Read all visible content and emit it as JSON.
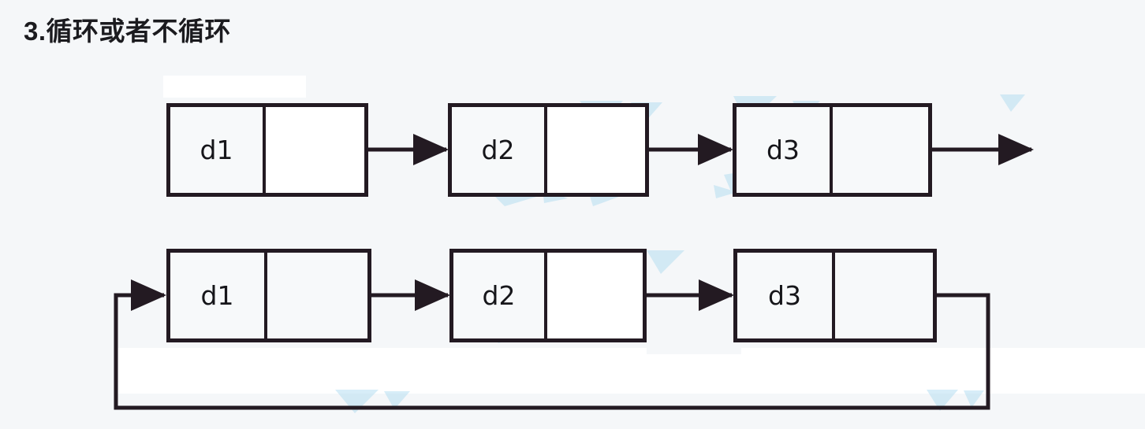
{
  "page": {
    "title": "3.循环或者不循环",
    "background_color": "#ffffff",
    "panel_color": "#f5f7f9",
    "stroke_color": "#231a22",
    "watermark_color": "#b8dff2"
  },
  "diagram": {
    "kind": "linked-list",
    "rows": [
      {
        "name": "non-circular-list",
        "terminates_with_arrow": true,
        "nodes": [
          {
            "data": "d1",
            "next_cell": ""
          },
          {
            "data": "d2",
            "next_cell": ""
          },
          {
            "data": "d3",
            "next_cell": ""
          }
        ]
      },
      {
        "name": "circular-list",
        "terminates_with_arrow": false,
        "loops_back_to_head": true,
        "nodes": [
          {
            "data": "d1",
            "next_cell": ""
          },
          {
            "data": "d2",
            "next_cell": ""
          },
          {
            "data": "d3",
            "next_cell": ""
          }
        ]
      }
    ]
  }
}
